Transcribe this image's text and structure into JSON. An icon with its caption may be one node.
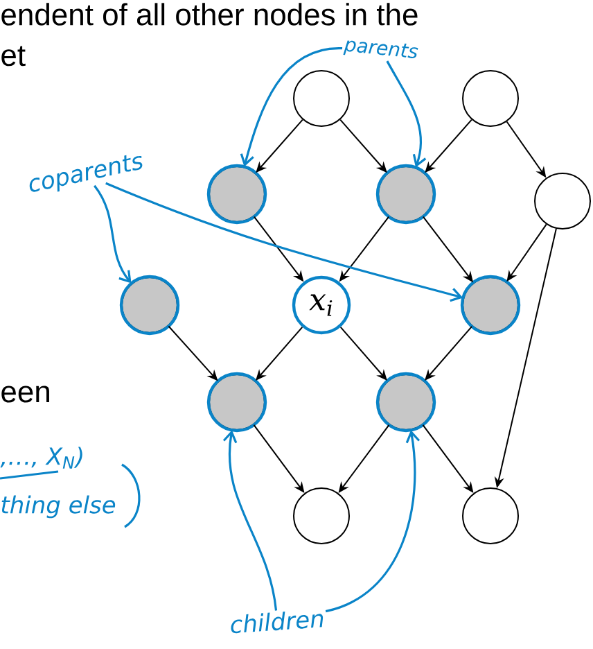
{
  "diagram": {
    "nodes": [
      {
        "text": [],
        "shape": "circle"
      },
      {
        "text": [],
        "shape": "circle"
      },
      {
        "text": [],
        "shape": "circle"
      },
      {
        "text": [],
        "shape": "circle"
      },
      {
        "text": [],
        "shape": "circle"
      },
      {
        "text": [],
        "shape": "circle"
      },
      {
        "text": [
          "x$_{i}$"
        ]
      },
      {
        "text": [],
        "shape": "circle"
      },
      {
        "text": [],
        "shape": "circle"
      },
      {
        "text": [],
        "shape": "circle"
      },
      {
        "text": [],
        "shape": "circle"
      },
      {
        "text": [],
        "shape": "circle"
      },
      {
        "text": [
          "parents"
        ]
      },
      {
        "text": [
          "coparents"
        ]
      },
      {
        "text": [
          "children"
        ]
      }
    ],
    "edges": [
      {
        "from": 0,
        "to": 2,
        "arrow": "to"
      },
      {
        "from": 0,
        "to": 3,
        "arrow": "to"
      },
      {
        "from": 1,
        "to": 3,
        "arrow": "to"
      },
      {
        "from": 1,
        "to": 4,
        "arrow": "to"
      },
      {
        "from": 2,
        "to": 6,
        "arrow": "to"
      },
      {
        "from": 3,
        "to": 6,
        "arrow": "to"
      },
      {
        "from": 3,
        "to": 7,
        "arrow": "to"
      },
      {
        "from": 4,
        "to": 7,
        "arrow": "to"
      },
      {
        "from": 4,
        "to": 11,
        "arrow": "to"
      },
      {
        "from": 5,
        "to": 8,
        "arrow": "to"
      },
      {
        "from": 6,
        "to": 8,
        "arrow": "to"
      },
      {
        "from": 6,
        "to": 9,
        "arrow": "to"
      },
      {
        "from": 7,
        "to": 9,
        "arrow": "to"
      },
      {
        "from": 8,
        "to": 10,
        "arrow": "to"
      },
      {
        "from": 9,
        "to": 10,
        "arrow": "to"
      },
      {
        "from": 9,
        "to": 11,
        "arrow": "to"
      },
      {
        "from": 12,
        "to": 2,
        "arrow": "to",
        "color": "#0a84c8"
      },
      {
        "from": 12,
        "to": 3,
        "arrow": "to",
        "color": "#0a84c8"
      },
      {
        "from": 13,
        "to": 5,
        "arrow": "to",
        "color": "#0a84c8"
      },
      {
        "from": 13,
        "to": 7,
        "arrow": "to",
        "color": "#0a84c8"
      },
      {
        "from": 14,
        "to": 8,
        "arrow": "to",
        "color": "#0a84c8"
      },
      {
        "from": 14,
        "to": 9,
        "arrow": "to",
        "color": "#0a84c8"
      }
    ],
    "labels": [
      "endent of all other nodes in the",
      "et",
      "een",
      ",…, X$_{N}$)",
      "thing else"
    ]
  }
}
